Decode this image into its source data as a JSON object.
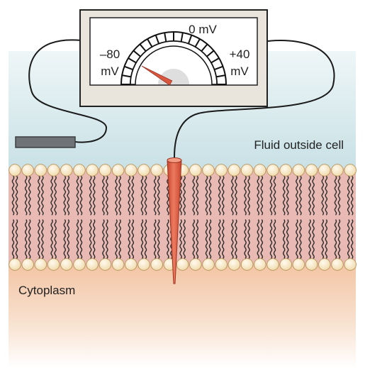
{
  "meter": {
    "zero_label": "0 mV",
    "min_label_value": "–80",
    "min_label_unit": "mV",
    "max_label_value": "+40",
    "max_label_unit": "mV",
    "needle_value_mv": -80,
    "range_mv": [
      -80,
      40
    ]
  },
  "regions": {
    "outside_label": "Fluid outside cell",
    "inside_label": "Cytoplasm"
  },
  "colors": {
    "outside_fluid": "#c9e1e6",
    "membrane_core": "#e6b1ad",
    "lipid_head": "#f4e3b8",
    "cytoplasm": "#f3c9a9",
    "electrode": "#d9573f",
    "meter_case": "#e9e4dc",
    "ground_electrode": "#6f7377"
  }
}
